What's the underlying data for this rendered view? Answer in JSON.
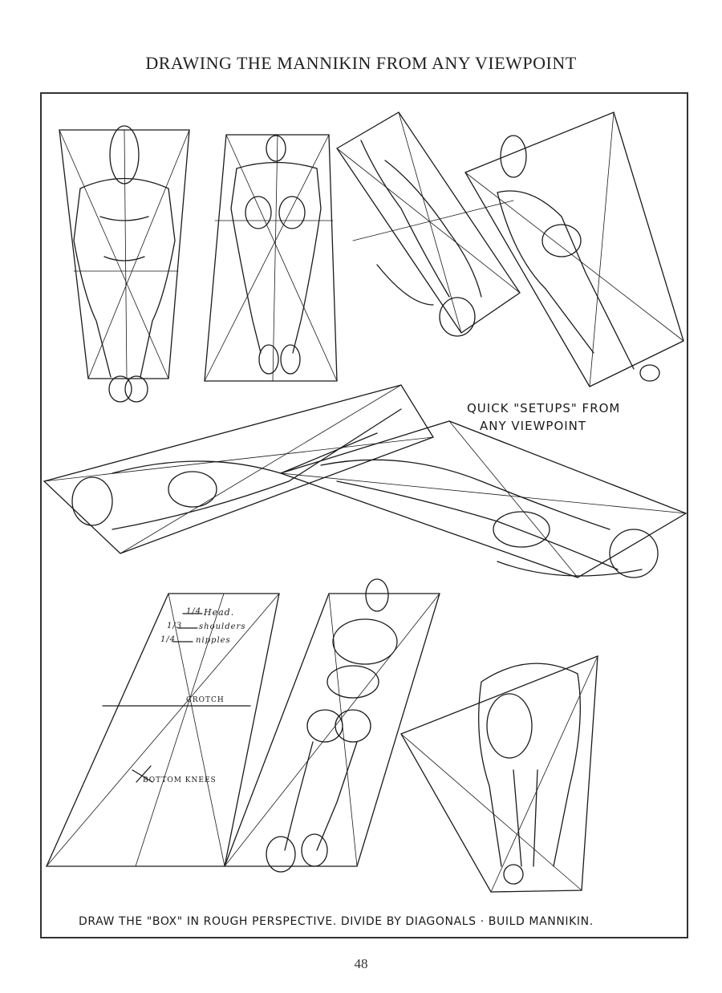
{
  "page": {
    "title": "DRAWING THE MANNIKIN FROM ANY VIEWPOINT",
    "page_number": "48"
  },
  "illustration": {
    "caption_setups_line1": "QUICK \"SETUPS\" FROM",
    "caption_setups_line2": "ANY VIEWPOINT",
    "box_notes": {
      "head_fraction": "1/4",
      "head_label": "Head.",
      "shoulders_fraction": "1/3",
      "shoulders_label": "shoulders",
      "nipples_fraction": "1/4",
      "nipples_label": "nipples",
      "crotch_label": "CROTCH",
      "bottom_knees_label": "BOTTOM KNEES"
    },
    "bottom_caption": "DRAW THE \"BOX\" IN ROUGH PERSPECTIVE. DIVIDE BY DIAGONALS · BUILD MANNIKIN.",
    "figures": [
      "standing-figure-front-from-above",
      "standing-figure-back-from-above",
      "figure-tilted-diving",
      "figure-tilted-right",
      "reclining-figure-left",
      "reclining-figure-right",
      "perspective-box-proportions",
      "mannikin-in-box",
      "bending-figure"
    ],
    "ink_color": "#1a1a1a"
  }
}
